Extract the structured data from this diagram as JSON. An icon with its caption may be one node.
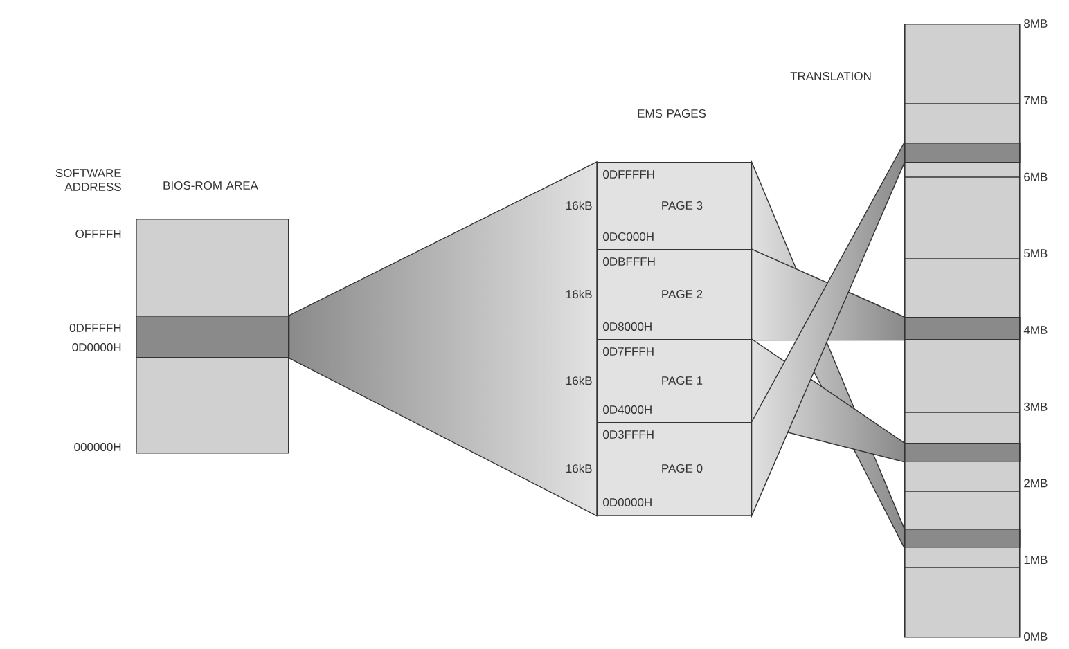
{
  "diagram": {
    "nodes": [
      {
        "text": [
          "BIOS-ROM AREA"
        ]
      },
      {
        "text": [],
        "shape": "bar",
        "in": 0
      },
      {
        "text": [
          "EMS PAGES"
        ]
      },
      {
        "text": [
          "0DFFFFH",
          "PAGE 3",
          "0DC000H"
        ],
        "beside": [
          "16kB"
        ],
        "in": 2
      },
      {
        "text": [
          "0DBFFFH",
          "PAGE 2",
          "0D8000H"
        ],
        "beside": [
          "16kB"
        ],
        "in": 2
      },
      {
        "text": [
          "0D7FFFH",
          "PAGE 1",
          "0D4000H"
        ],
        "beside": [
          "16kB"
        ],
        "in": 2
      },
      {
        "text": [
          "0D3FFFH",
          "PAGE 0",
          "0D0000H"
        ],
        "beside": [
          "16kB"
        ],
        "in": 2
      },
      {
        "text": [
          "TRANSLATION"
        ]
      },
      {
        "text": [],
        "shape": "bar",
        "in": 7
      },
      {
        "text": [],
        "shape": "bar",
        "in": 7
      },
      {
        "text": [],
        "shape": "bar",
        "in": 7
      },
      {
        "text": [],
        "shape": "bar",
        "in": 7
      }
    ],
    "edges": [
      {
        "from": 1,
        "to": 2,
        "arrow": "none"
      },
      {
        "from": 3,
        "to": 11,
        "arrow": "none"
      },
      {
        "from": 4,
        "to": 9,
        "arrow": "none"
      },
      {
        "from": 5,
        "to": 10,
        "arrow": "none"
      },
      {
        "from": 6,
        "to": 8,
        "arrow": "none"
      }
    ],
    "labels": [
      "SOFTWARE ADDRESS",
      "OFFFFH",
      "0DFFFFH",
      "0D0000H",
      "000000H",
      "8MB",
      "7MB",
      "6MB",
      "5MB",
      "4MB",
      "3MB",
      "2MB",
      "1MB",
      "0MB"
    ]
  }
}
